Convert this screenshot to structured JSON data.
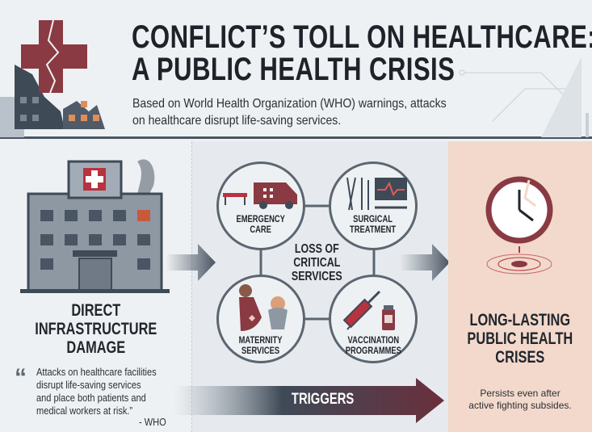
{
  "header": {
    "title_line1": "CONFLICT’S TOLL ON HEALTHCARE:",
    "title_line2": "A PUBLIC HEALTH CRISIS",
    "subtitle_line1": "Based on World Health Organization (WHO) warnings, attacks",
    "subtitle_line2": "on healthcare disrupt life-saving services."
  },
  "left": {
    "heading": [
      "DIRECT",
      "INFRASTRUCTURE",
      "DAMAGE"
    ],
    "quote": [
      "Attacks on healthcare facilities",
      "disrupt life-saving services",
      "and place both patients and",
      "medical workers at risk.”"
    ],
    "attribution": "- WHO"
  },
  "middle": {
    "center": [
      "LOSS OF",
      "CRITICAL",
      "SERVICES"
    ],
    "services": [
      {
        "label": [
          "EMERGENCY",
          "CARE"
        ]
      },
      {
        "label": [
          "SURGICAL",
          "TREATMENT"
        ]
      },
      {
        "label": [
          "MATERNITY",
          "SERVICES"
        ]
      },
      {
        "label": [
          "VACCINATION",
          "PROGRAMMES"
        ]
      }
    ],
    "arrow_label": "TRIGGERS"
  },
  "right": {
    "heading": [
      "LONG-LASTING",
      "PUBLIC HEALTH",
      "CRISES"
    ],
    "note": [
      "Persists even after",
      "active fighting subsides."
    ]
  },
  "colors": {
    "accent": "#8a3a42",
    "dark": "#3f4a57",
    "peach": "#f2d9cb"
  }
}
